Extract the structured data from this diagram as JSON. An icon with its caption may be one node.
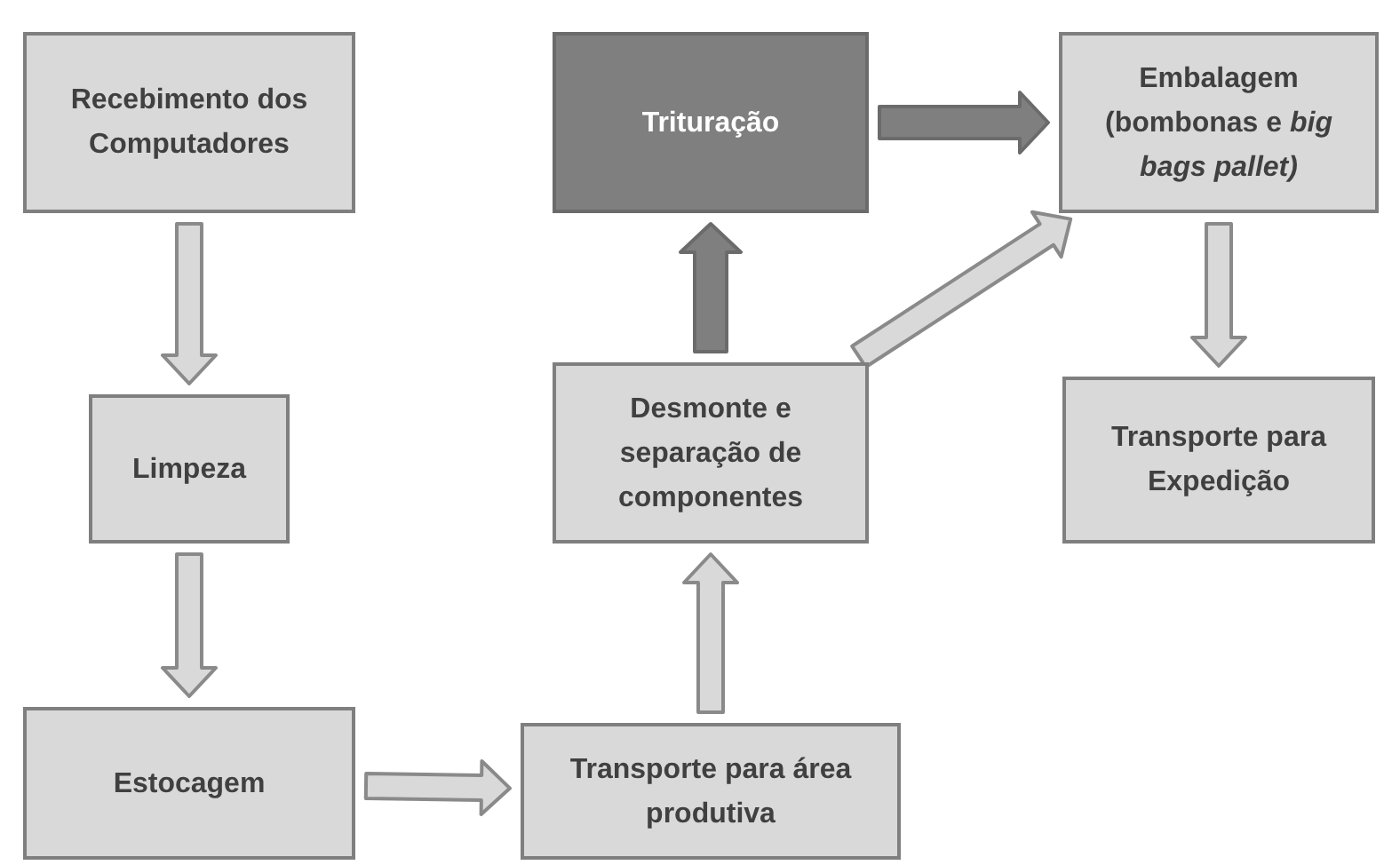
{
  "diagram": {
    "nodes": [
      {
        "text": [
          "Recebimento dos Computadores"
        ]
      },
      {
        "text": [
          "Limpeza"
        ]
      },
      {
        "text": [
          "Estocagem"
        ]
      },
      {
        "text": [
          "Transporte para área produtiva"
        ]
      },
      {
        "text": [
          "Desmonte e separação de componentes"
        ]
      },
      {
        "text": [
          "Trituração"
        ]
      },
      {
        "text": [
          "Embalagem (bombonas e *big bags pallet)*"
        ]
      },
      {
        "text": [
          "Transporte para Expedição"
        ]
      }
    ],
    "edges": [
      {
        "from": 0,
        "to": 1,
        "arrow": "to"
      },
      {
        "from": 1,
        "to": 2,
        "arrow": "to"
      },
      {
        "from": 2,
        "to": 3,
        "arrow": "to"
      },
      {
        "from": 3,
        "to": 4,
        "arrow": "to"
      },
      {
        "from": 4,
        "to": 5,
        "arrow": "to",
        "color": "#7f7f7f"
      },
      {
        "from": 5,
        "to": 6,
        "arrow": "to",
        "color": "#7f7f7f"
      },
      {
        "from": 4,
        "to": 6,
        "arrow": "to"
      },
      {
        "from": 6,
        "to": 7,
        "arrow": "to"
      }
    ]
  }
}
